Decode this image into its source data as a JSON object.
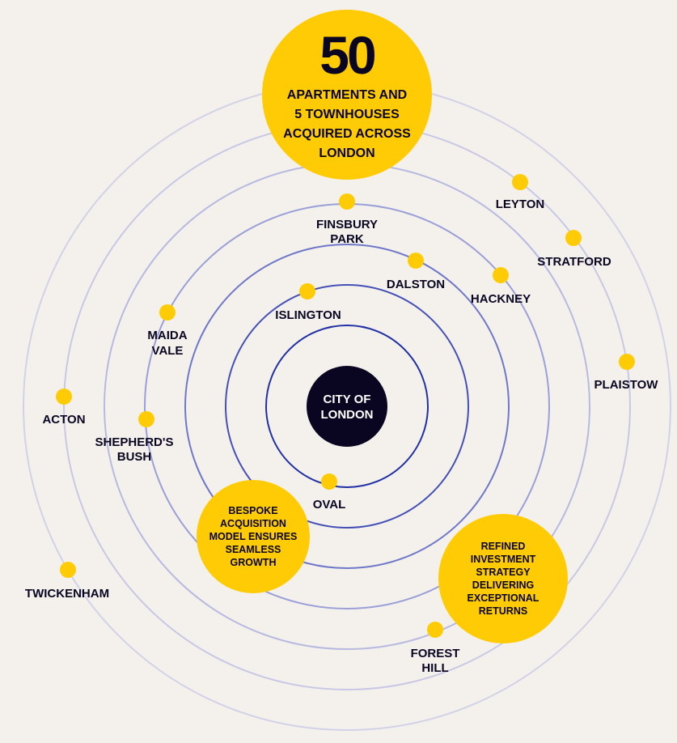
{
  "colors": {
    "background": "#f4f1ed",
    "accent": "#ffcb05",
    "dark": "#0a0520"
  },
  "headline": {
    "number": "50",
    "lines": [
      "APARTMENTS AND",
      "5 TOWNHOUSES",
      "ACQUIRED ACROSS",
      "LONDON"
    ]
  },
  "center": {
    "lines": [
      "CITY OF",
      "LONDON"
    ]
  },
  "callout_left": {
    "lines": [
      "BESPOKE",
      "ACQUISITION",
      "MODEL ENSURES",
      "SEAMLESS",
      "GROWTH"
    ]
  },
  "callout_right": {
    "lines": [
      "REFINED",
      "INVESTMENT",
      "STRATEGY",
      "DELIVERING",
      "EXCEPTIONAL",
      "RETURNS"
    ]
  },
  "locations": [
    {
      "lines": [
        "LEYTON"
      ]
    },
    {
      "lines": [
        "STRATFORD"
      ]
    },
    {
      "lines": [
        "PLAISTOW"
      ]
    },
    {
      "lines": [
        "FINSBURY",
        "PARK"
      ]
    },
    {
      "lines": [
        "DALSTON"
      ]
    },
    {
      "lines": [
        "HACKNEY"
      ]
    },
    {
      "lines": [
        "ISLINGTON"
      ]
    },
    {
      "lines": [
        "MAIDA",
        "VALE"
      ]
    },
    {
      "lines": [
        "ACTON"
      ]
    },
    {
      "lines": [
        "SHEPHERD'S",
        "BUSH"
      ]
    },
    {
      "lines": [
        "OVAL"
      ]
    },
    {
      "lines": [
        "TWICKENHAM"
      ]
    },
    {
      "lines": [
        "FOREST",
        "HILL"
      ]
    }
  ]
}
